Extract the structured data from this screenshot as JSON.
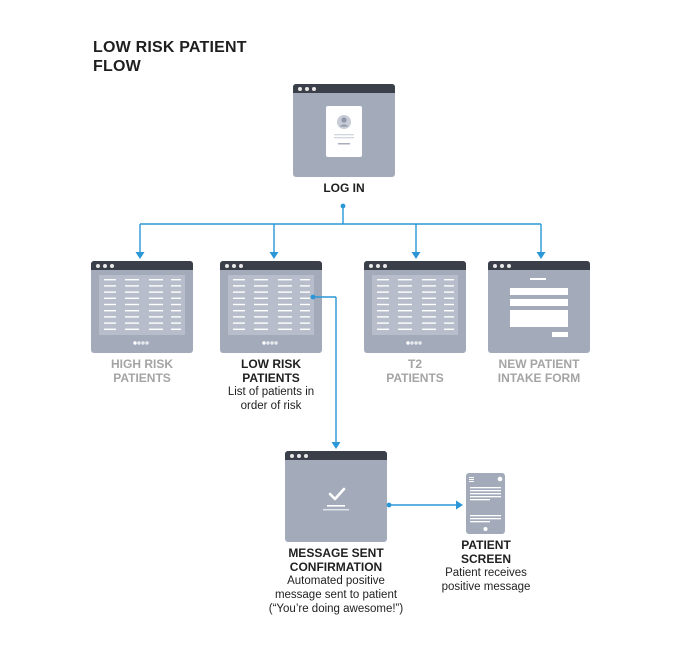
{
  "title": {
    "line1": "LOW RISK PATIENT",
    "line2": "FLOW"
  },
  "nodes": {
    "login": {
      "label": "LOG IN"
    },
    "high_risk": {
      "label_line1": "HIGH RISK",
      "label_line2": "PATIENTS"
    },
    "low_risk": {
      "label_line1": "LOW RISK",
      "label_line2": "PATIENTS",
      "desc_line1": "List of patients in",
      "desc_line2": "order of risk"
    },
    "t2": {
      "label_line1": "T2",
      "label_line2": "PATIENTS"
    },
    "new_patient": {
      "label_line1": "NEW PATIENT",
      "label_line2": "INTAKE FORM"
    },
    "message_sent": {
      "label_line1": "MESSAGE SENT",
      "label_line2": "CONFIRMATION",
      "desc_line1": "Automated positive",
      "desc_line2": "message sent to patient",
      "desc_line3": "(“You’re doing awesome!”)"
    },
    "patient_screen": {
      "label_line1": "PATIENT",
      "label_line2": "SCREEN",
      "desc_line1": "Patient receives",
      "desc_line2": "positive message"
    }
  },
  "colors": {
    "connector": "#2b97d6",
    "window": "#a3abbb",
    "titlebar": "#3b3f4a",
    "inactive_label": "#a4a4a4"
  }
}
